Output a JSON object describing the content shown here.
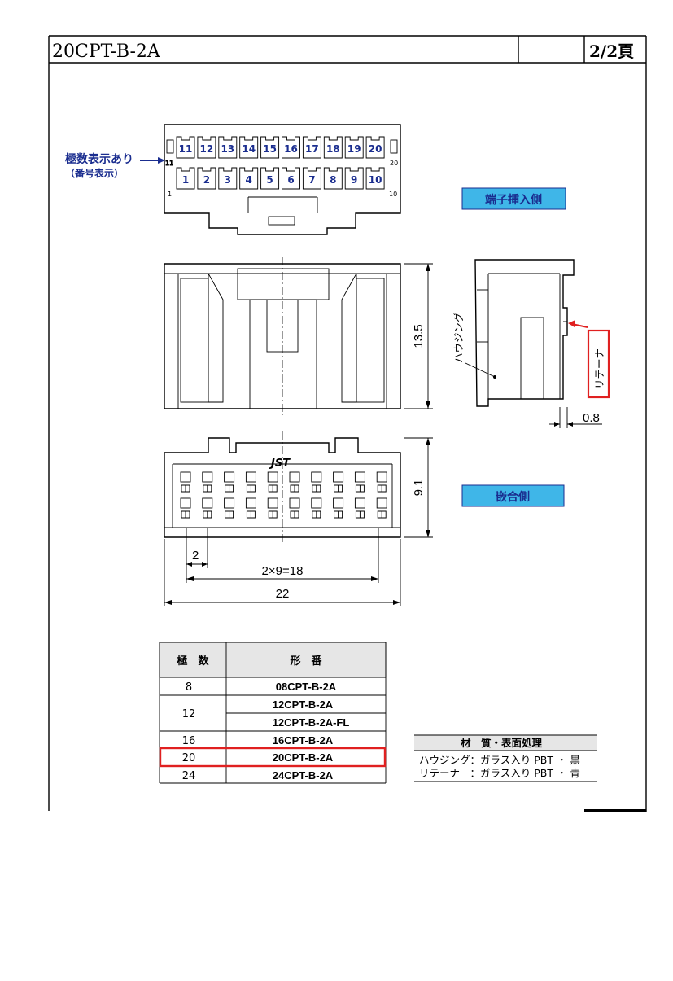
{
  "title_block": {
    "part_number": "20CPT-B-2A",
    "page": "2/2頁"
  },
  "pin_view": {
    "top_row": [
      "11",
      "12",
      "13",
      "14",
      "15",
      "16",
      "17",
      "18",
      "19",
      "20"
    ],
    "bottom_row": [
      "1",
      "2",
      "3",
      "4",
      "5",
      "6",
      "7",
      "8",
      "9",
      "10"
    ],
    "marks": {
      "left_top": "11",
      "left_bottom": "1",
      "right_top": "20",
      "right_bottom": "10"
    },
    "annotation_line1": "極数表示あり",
    "annotation_line2": "（番号表示）",
    "side_label": "端子挿入側"
  },
  "side_view": {
    "height_dim": "13.5",
    "housing_label": "ハウジング",
    "retainer_label": "リテーナ",
    "retainer_dim": "0.8"
  },
  "mating_view": {
    "logo": "JST",
    "height_dim": "9.1",
    "side_label": "嵌合側",
    "pitch_dim": "2",
    "span_dim": "2×9=18",
    "width_dim": "22"
  },
  "parts_table": {
    "headers": [
      "極　数",
      "形　番"
    ],
    "rows": [
      {
        "poles": "8",
        "part": "08CPT-B-2A"
      },
      {
        "poles": "12",
        "part": "12CPT-B-2A"
      },
      {
        "poles": "",
        "part": "12CPT-B-2A-FL"
      },
      {
        "poles": "16",
        "part": "16CPT-B-2A"
      },
      {
        "poles": "20",
        "part": "20CPT-B-2A"
      },
      {
        "poles": "24",
        "part": "24CPT-B-2A"
      }
    ],
    "highlight_color": "#e02020"
  },
  "material_table": {
    "header": "材　質・表面処理",
    "row1": "ハウジング：ガラス入り PBT ・ 黒",
    "row2": "リテーナ　：ガラス入り PBT ・ 青"
  },
  "colors": {
    "accent_blue": "#1a2d8f",
    "label_bg": "#3fb6e8",
    "highlight_red": "#e02020"
  }
}
